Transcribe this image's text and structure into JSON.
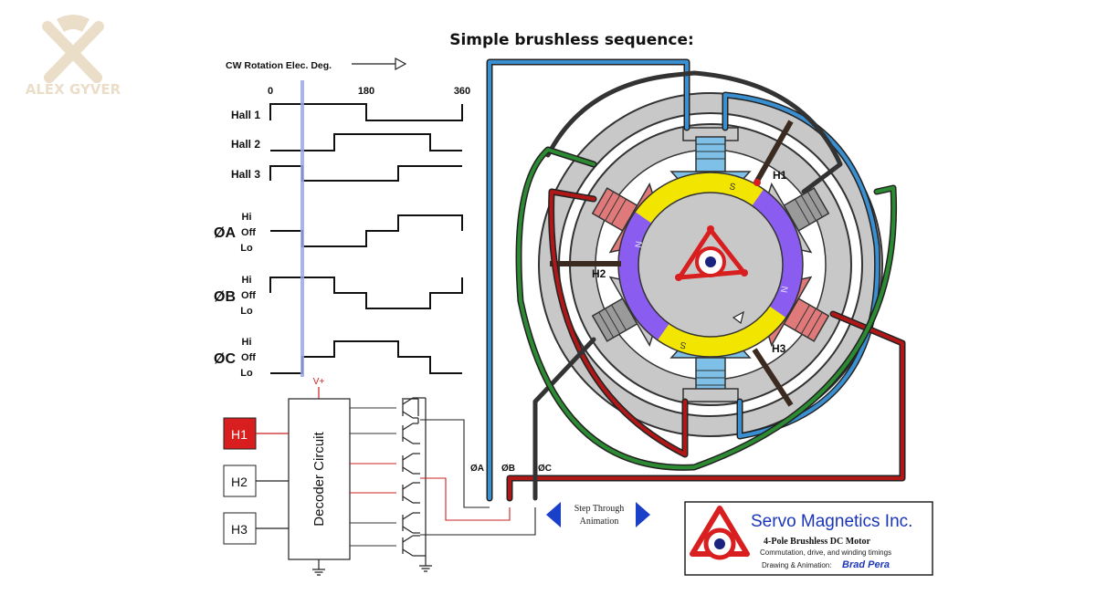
{
  "watermark": {
    "text": "ALEX GYVER"
  },
  "title": "Simple brushless sequence:",
  "timing": {
    "rotation_label": "CW Rotation Elec. Deg.",
    "deg_ticks": [
      "0",
      "180",
      "360"
    ],
    "hall_labels": [
      "Hall 1",
      "Hall 2",
      "Hall 3"
    ],
    "phases": [
      {
        "symbol": "ØA",
        "hi": "Hi",
        "off": "Off",
        "lo": "Lo"
      },
      {
        "symbol": "ØB",
        "hi": "Hi",
        "off": "Off",
        "lo": "Lo"
      },
      {
        "symbol": "ØC",
        "hi": "Hi",
        "off": "Off",
        "lo": "Lo"
      }
    ]
  },
  "circuit": {
    "vplus": "V+",
    "decoder_label": "Decoder Circuit",
    "hall_inputs": [
      "H1",
      "H2",
      "H3"
    ],
    "active_input": "H1",
    "phase_outputs": [
      "ØA",
      "ØB",
      "ØC"
    ]
  },
  "motor": {
    "sensor_labels": [
      "H1",
      "H2",
      "H3"
    ],
    "magnet_poles": [
      "S",
      "N",
      "S",
      "N"
    ]
  },
  "controls": {
    "step_label_line1": "Step Through",
    "step_label_line2": "Animation"
  },
  "company": {
    "name": "Servo Magnetics Inc.",
    "product": "4-Pole Brushless DC Motor",
    "description": "Commutation, drive, and winding timings",
    "credit_label": "Drawing & Animation:",
    "author": "Brad Pera"
  },
  "colors": {
    "phase_a": "#3a8fd0",
    "phase_b": "#b01818",
    "phase_c": "#3c3c3c",
    "green_winding": "#2c8a32",
    "magnet_s": "#f2e600",
    "magnet_n": "#8a5cf0",
    "hall_active": "#d81e1e",
    "marker": "#9aa6ee",
    "nav_arrow": "#1a3fc8"
  }
}
